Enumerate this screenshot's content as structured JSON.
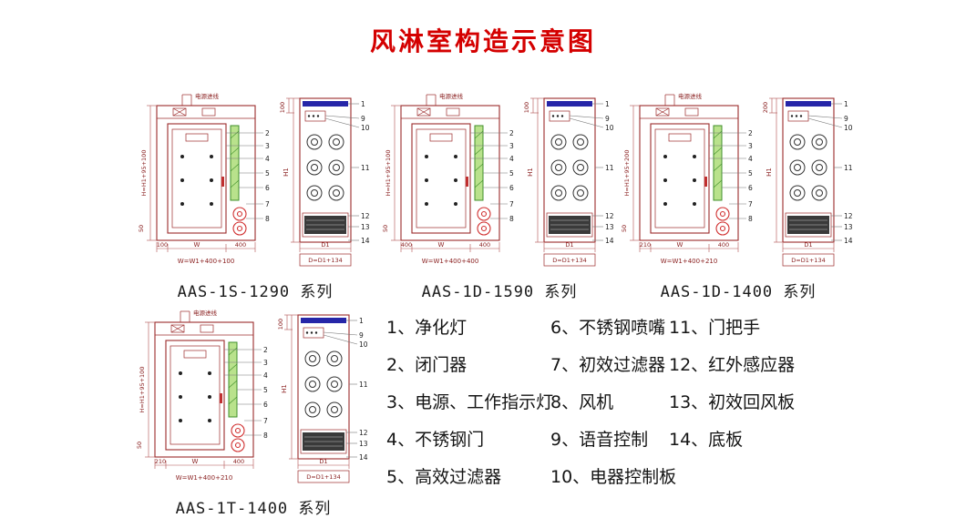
{
  "title": "风淋室构造示意图",
  "colors": {
    "title_red": "#d40000",
    "drawing_maroon": "#9c2b2b",
    "filter_green": "#3f8f2a",
    "lamp_blue": "#2626a8",
    "grille_dark": "#3a3a3a"
  },
  "diagrams": [
    {
      "series": "AAS-1S-1290 系列",
      "power_label": "电源进线",
      "height_formula": "H=H1+95+100",
      "left_dim": "50",
      "bottom_left_dim": "100",
      "bottom_mid_dim": "W",
      "bottom_right_dim": "400",
      "width_formula": "W=W1+400+100",
      "side_top_dim": "100",
      "side_height_dim": "H1",
      "depth_dim": "D1",
      "depth_formula": "D=D1+134"
    },
    {
      "series": "AAS-1D-1590 系列",
      "power_label": "电源进线",
      "height_formula": "H=H1+95+100",
      "left_dim": "50",
      "bottom_left_dim": "400",
      "bottom_mid_dim": "W",
      "bottom_right_dim": "400",
      "width_formula": "W=W1+400+400",
      "side_top_dim": "100",
      "side_height_dim": "H1",
      "depth_dim": "D1",
      "depth_formula": "D=D1+134"
    },
    {
      "series": "AAS-1D-1400 系列",
      "power_label": "电源进线",
      "height_formula": "H=H1+95+200",
      "left_dim": "50",
      "bottom_left_dim": "210",
      "bottom_mid_dim": "W",
      "bottom_right_dim": "400",
      "width_formula": "W=W1+400+210",
      "side_top_dim": "200",
      "side_height_dim": "H1",
      "depth_dim": "D1",
      "depth_formula": "D=D1+134"
    },
    {
      "series": "AAS-1T-1400 系列",
      "power_label": "电源进线",
      "height_formula": "H=H1+95+100",
      "left_dim": "50",
      "bottom_left_dim": "210",
      "bottom_mid_dim": "W",
      "bottom_right_dim": "400",
      "width_formula": "W=W1+400+210",
      "side_top_dim": "100",
      "side_height_dim": "H1",
      "depth_dim": "D1",
      "depth_formula": "D=D1+134"
    }
  ],
  "callouts": {
    "front": [
      "2",
      "3",
      "4",
      "5",
      "6",
      "7",
      "8"
    ],
    "side": [
      "1",
      "9",
      "10",
      "11",
      "12",
      "13",
      "14"
    ]
  },
  "legend": {
    "items": [
      "1、净化灯",
      "2、闭门器",
      "3、电源、工作指示灯",
      "4、不锈钢门",
      "5、高效过滤器",
      "6、不锈钢喷嘴",
      "7、初效过滤器",
      "8、风机",
      "9、语音控制",
      "10、电器控制板",
      "11、门把手",
      "12、红外感应器",
      "13、初效回风板",
      "14、底板"
    ]
  }
}
